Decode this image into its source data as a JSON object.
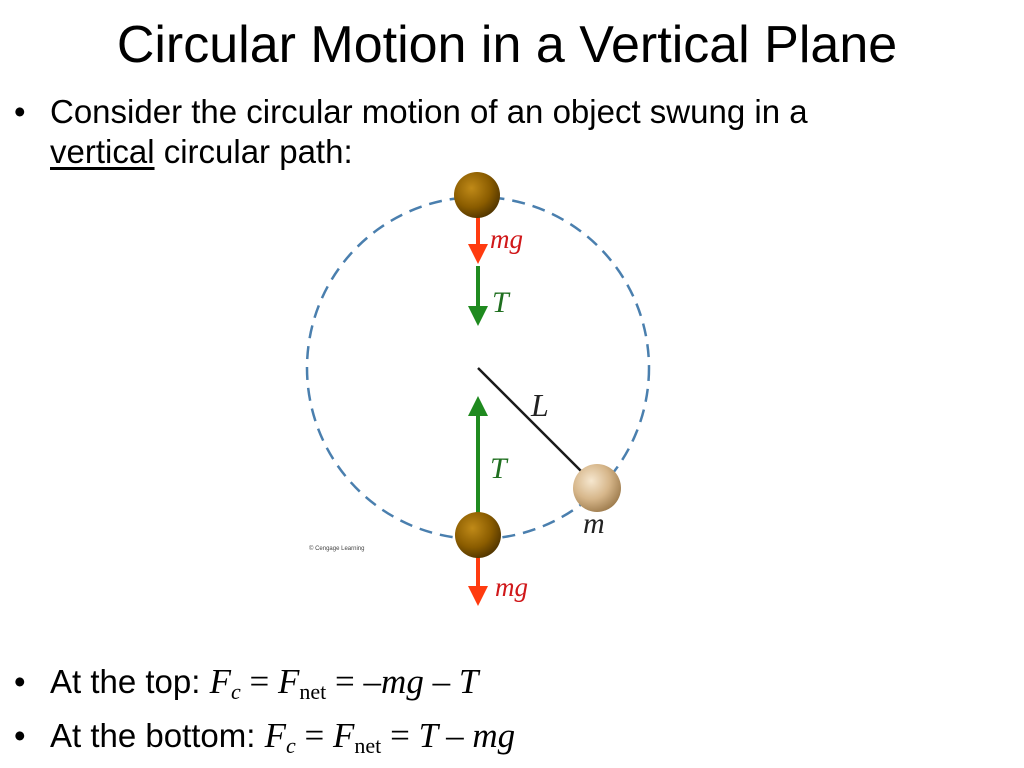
{
  "title": "Circular Motion in a Vertical Plane",
  "bullet_char": "•",
  "intro": {
    "line1": "Consider the circular motion of an object swung in a",
    "underlined": "vertical",
    "line2_rest": " circular path:"
  },
  "diagram": {
    "labels": {
      "mg_top": "mg",
      "T_top": "T",
      "L": "L",
      "T_bottom": "T",
      "m": "m",
      "mg_bottom": "mg",
      "copyright": "© Cengage Learning"
    },
    "colors": {
      "circle": "#4a7fae",
      "gravity_arrow": "#ff3b0f",
      "tension_arrow": "#1f8a1f",
      "ball_dark": "#7a5200",
      "ball_light": "#d9b98a",
      "mg_text": "#d0181a",
      "T_text": "#1f6f1f"
    }
  },
  "top_eq": {
    "lead": "At the top: ",
    "F": "F",
    "c": "c",
    "eq1": " = ",
    "F2": "F",
    "net": "net",
    "eq2": " = ",
    "rhs": "–mg – T"
  },
  "bottom_eq": {
    "lead": "At the bottom: ",
    "F": "F",
    "c": "c",
    "eq1": " = ",
    "F2": "F",
    "net": "net",
    "eq2": " = ",
    "rhs": "T – mg"
  }
}
